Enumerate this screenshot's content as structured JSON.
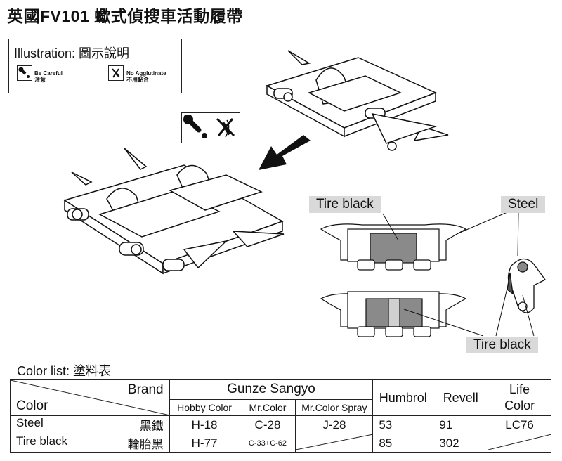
{
  "title": "英國FV101 蠍式偵搜車活動履帶",
  "legend": {
    "title": "Illustration:  圖示說明",
    "be_careful_en": "Be Careful",
    "be_careful_zh": "注意",
    "no_glue_en": "No Agglutinate",
    "no_glue_zh": "不用黏合"
  },
  "labels": {
    "tire_black_top": "Tire black",
    "steel": "Steel",
    "tire_black_bottom": "Tire black"
  },
  "color_list_title": "Color list:  塗料表",
  "table": {
    "brand": "Brand",
    "color": "Color",
    "gunze": "Gunze Sangyo",
    "hobby_color": "Hobby Color",
    "mr_color": "Mr.Color",
    "mr_color_spray": "Mr.Color Spray",
    "humbrol": "Humbrol",
    "revell": "Revell",
    "life_color_1": "Life",
    "life_color_2": "Color",
    "rows": [
      {
        "name_en": "Steel",
        "name_zh": "黑鐵",
        "hobby": "H-18",
        "mr": "C-28",
        "spray": "J-28",
        "humbrol": "53",
        "revell": "91",
        "life": "LC76"
      },
      {
        "name_en": "Tire  black",
        "name_zh": "輪胎黑",
        "hobby": "H-77",
        "mr": "C-33+C-62",
        "spray": "",
        "humbrol": "85",
        "revell": "302",
        "life": ""
      }
    ]
  }
}
